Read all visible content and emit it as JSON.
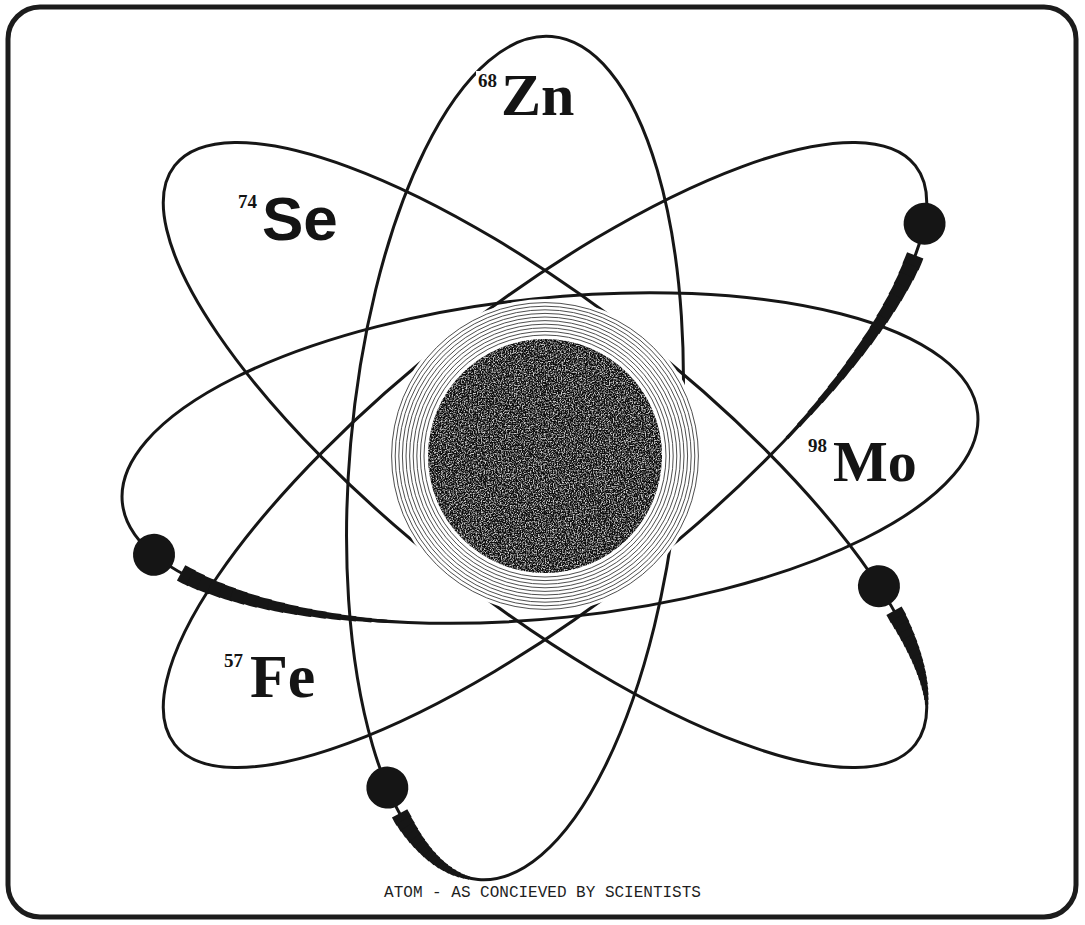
{
  "diagram": {
    "caption": "ATOM - AS CONCIEVED BY SCIENTISTS",
    "labels": [
      "68",
      "Zn",
      "74",
      "Se",
      "98",
      "Mo",
      "57",
      "Fe"
    ]
  }
}
